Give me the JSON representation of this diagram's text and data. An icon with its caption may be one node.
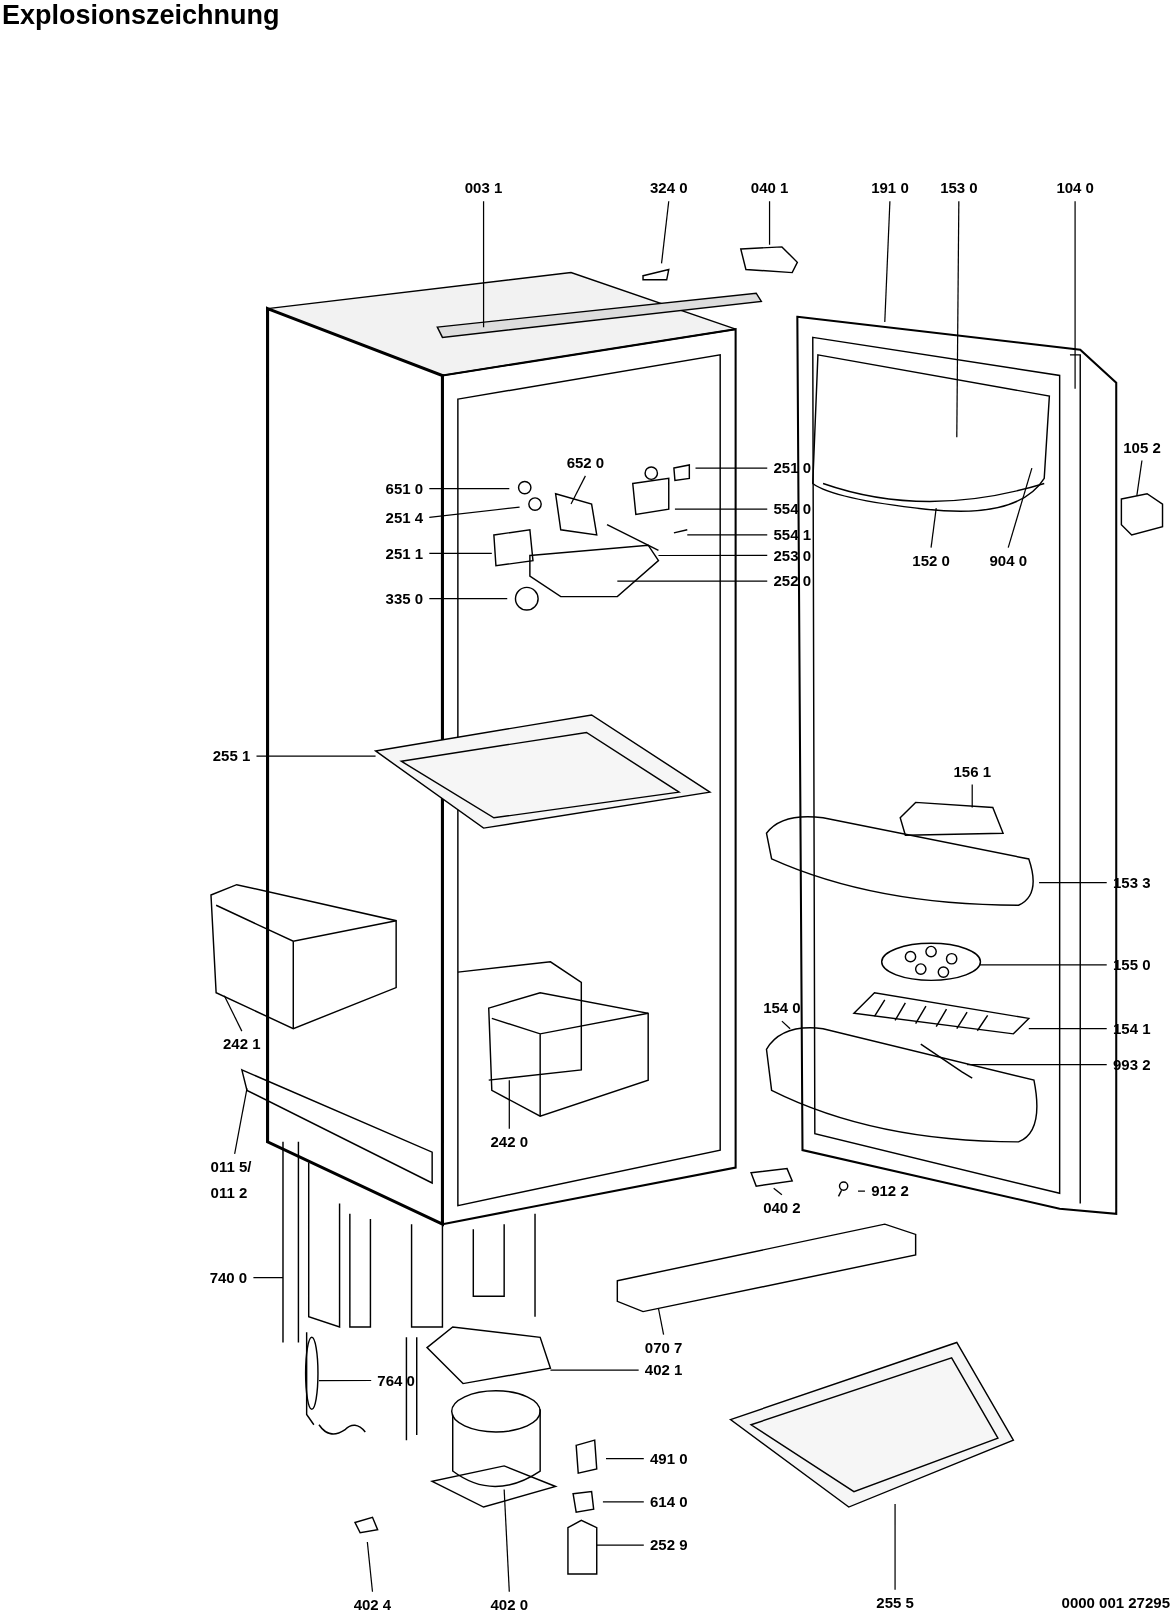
{
  "diagram": {
    "title": "Explosionszeichnung",
    "nodes": [
      {
        "text": [
          "003 1"
        ]
      },
      {
        "text": [
          "324 0"
        ]
      },
      {
        "text": [
          "040 1"
        ]
      },
      {
        "text": [
          "191 0"
        ]
      },
      {
        "text": [
          "153 0"
        ]
      },
      {
        "text": [
          "104 0"
        ]
      },
      {
        "text": [
          "105 2"
        ]
      },
      {
        "text": [
          "652 0"
        ]
      },
      {
        "text": [
          "251 0"
        ]
      },
      {
        "text": [
          "651 0"
        ]
      },
      {
        "text": [
          "251 4"
        ]
      },
      {
        "text": [
          "554 0"
        ]
      },
      {
        "text": [
          "554 1"
        ]
      },
      {
        "text": [
          "251 1"
        ]
      },
      {
        "text": [
          "253 0"
        ]
      },
      {
        "text": [
          "252 0"
        ]
      },
      {
        "text": [
          "335 0"
        ]
      },
      {
        "text": [
          "152 0"
        ]
      },
      {
        "text": [
          "904 0"
        ]
      },
      {
        "text": [
          "255 1"
        ]
      },
      {
        "text": [
          "156 1"
        ]
      },
      {
        "text": [
          "153 3"
        ]
      },
      {
        "text": [
          "155 0"
        ]
      },
      {
        "text": [
          "154 0"
        ]
      },
      {
        "text": [
          "154 1"
        ]
      },
      {
        "text": [
          "242 1"
        ]
      },
      {
        "text": [
          "993 2"
        ]
      },
      {
        "text": [
          "242 0"
        ]
      },
      {
        "text": [
          "011 5/ 011 2"
        ]
      },
      {
        "text": [
          "040 2"
        ]
      },
      {
        "text": [
          "912 2"
        ]
      },
      {
        "text": [
          "740 0"
        ]
      },
      {
        "text": [
          "070 7"
        ]
      },
      {
        "text": [
          "764 0"
        ]
      },
      {
        "text": [
          "402 1"
        ]
      },
      {
        "text": [
          "491 0"
        ]
      },
      {
        "text": [
          "614 0"
        ]
      },
      {
        "text": [
          "252 9"
        ]
      },
      {
        "text": [
          "255 5"
        ]
      },
      {
        "text": [
          "402 4"
        ]
      },
      {
        "text": [
          "402 0"
        ]
      }
    ],
    "edges": [
      {
        "from": 0,
        "to": null,
        "arrow": "none"
      },
      {
        "from": 1,
        "to": null,
        "arrow": "none"
      },
      {
        "from": 2,
        "to": null,
        "arrow": "none"
      },
      {
        "from": 3,
        "to": null,
        "arrow": "none"
      },
      {
        "from": 4,
        "to": null,
        "arrow": "none"
      },
      {
        "from": 5,
        "to": null,
        "arrow": "none"
      },
      {
        "from": 6,
        "to": null,
        "arrow": "none"
      },
      {
        "from": 7,
        "to": null,
        "arrow": "none"
      },
      {
        "from": 8,
        "to": null,
        "arrow": "none"
      },
      {
        "from": 9,
        "to": null,
        "arrow": "none"
      },
      {
        "from": 10,
        "to": null,
        "arrow": "none"
      },
      {
        "from": 11,
        "to": null,
        "arrow": "none"
      },
      {
        "from": 12,
        "to": null,
        "arrow": "none"
      },
      {
        "from": 13,
        "to": null,
        "arrow": "none"
      },
      {
        "from": 14,
        "to": null,
        "arrow": "none"
      },
      {
        "from": 15,
        "to": null,
        "arrow": "none"
      },
      {
        "from": 16,
        "to": null,
        "arrow": "none"
      },
      {
        "from": 17,
        "to": null,
        "arrow": "none"
      },
      {
        "from": 18,
        "to": null,
        "arrow": "none"
      },
      {
        "from": 19,
        "to": null,
        "arrow": "none"
      },
      {
        "from": 20,
        "to": null,
        "arrow": "none"
      },
      {
        "from": 21,
        "to": null,
        "arrow": "none"
      },
      {
        "from": 22,
        "to": null,
        "arrow": "none"
      },
      {
        "from": 23,
        "to": null,
        "arrow": "none"
      },
      {
        "from": 24,
        "to": null,
        "arrow": "none"
      },
      {
        "from": 25,
        "to": null,
        "arrow": "none"
      },
      {
        "from": 26,
        "to": null,
        "arrow": "none"
      },
      {
        "from": 27,
        "to": null,
        "arrow": "none"
      },
      {
        "from": 28,
        "to": null,
        "arrow": "none"
      },
      {
        "from": 29,
        "to": null,
        "arrow": "none"
      },
      {
        "from": 30,
        "to": null,
        "arrow": "none"
      },
      {
        "from": 31,
        "to": null,
        "arrow": "none"
      },
      {
        "from": 32,
        "to": null,
        "arrow": "none"
      },
      {
        "from": 33,
        "to": null,
        "arrow": "none"
      },
      {
        "from": 34,
        "to": null,
        "arrow": "none"
      },
      {
        "from": 35,
        "to": null,
        "arrow": "none"
      },
      {
        "from": 36,
        "to": null,
        "arrow": "none"
      },
      {
        "from": 37,
        "to": null,
        "arrow": "none"
      },
      {
        "from": 38,
        "to": null,
        "arrow": "none"
      },
      {
        "from": 39,
        "to": null,
        "arrow": "none"
      },
      {
        "from": 40,
        "to": null,
        "arrow": "none"
      }
    ],
    "labels": [
      "0000 001 27295"
    ]
  }
}
